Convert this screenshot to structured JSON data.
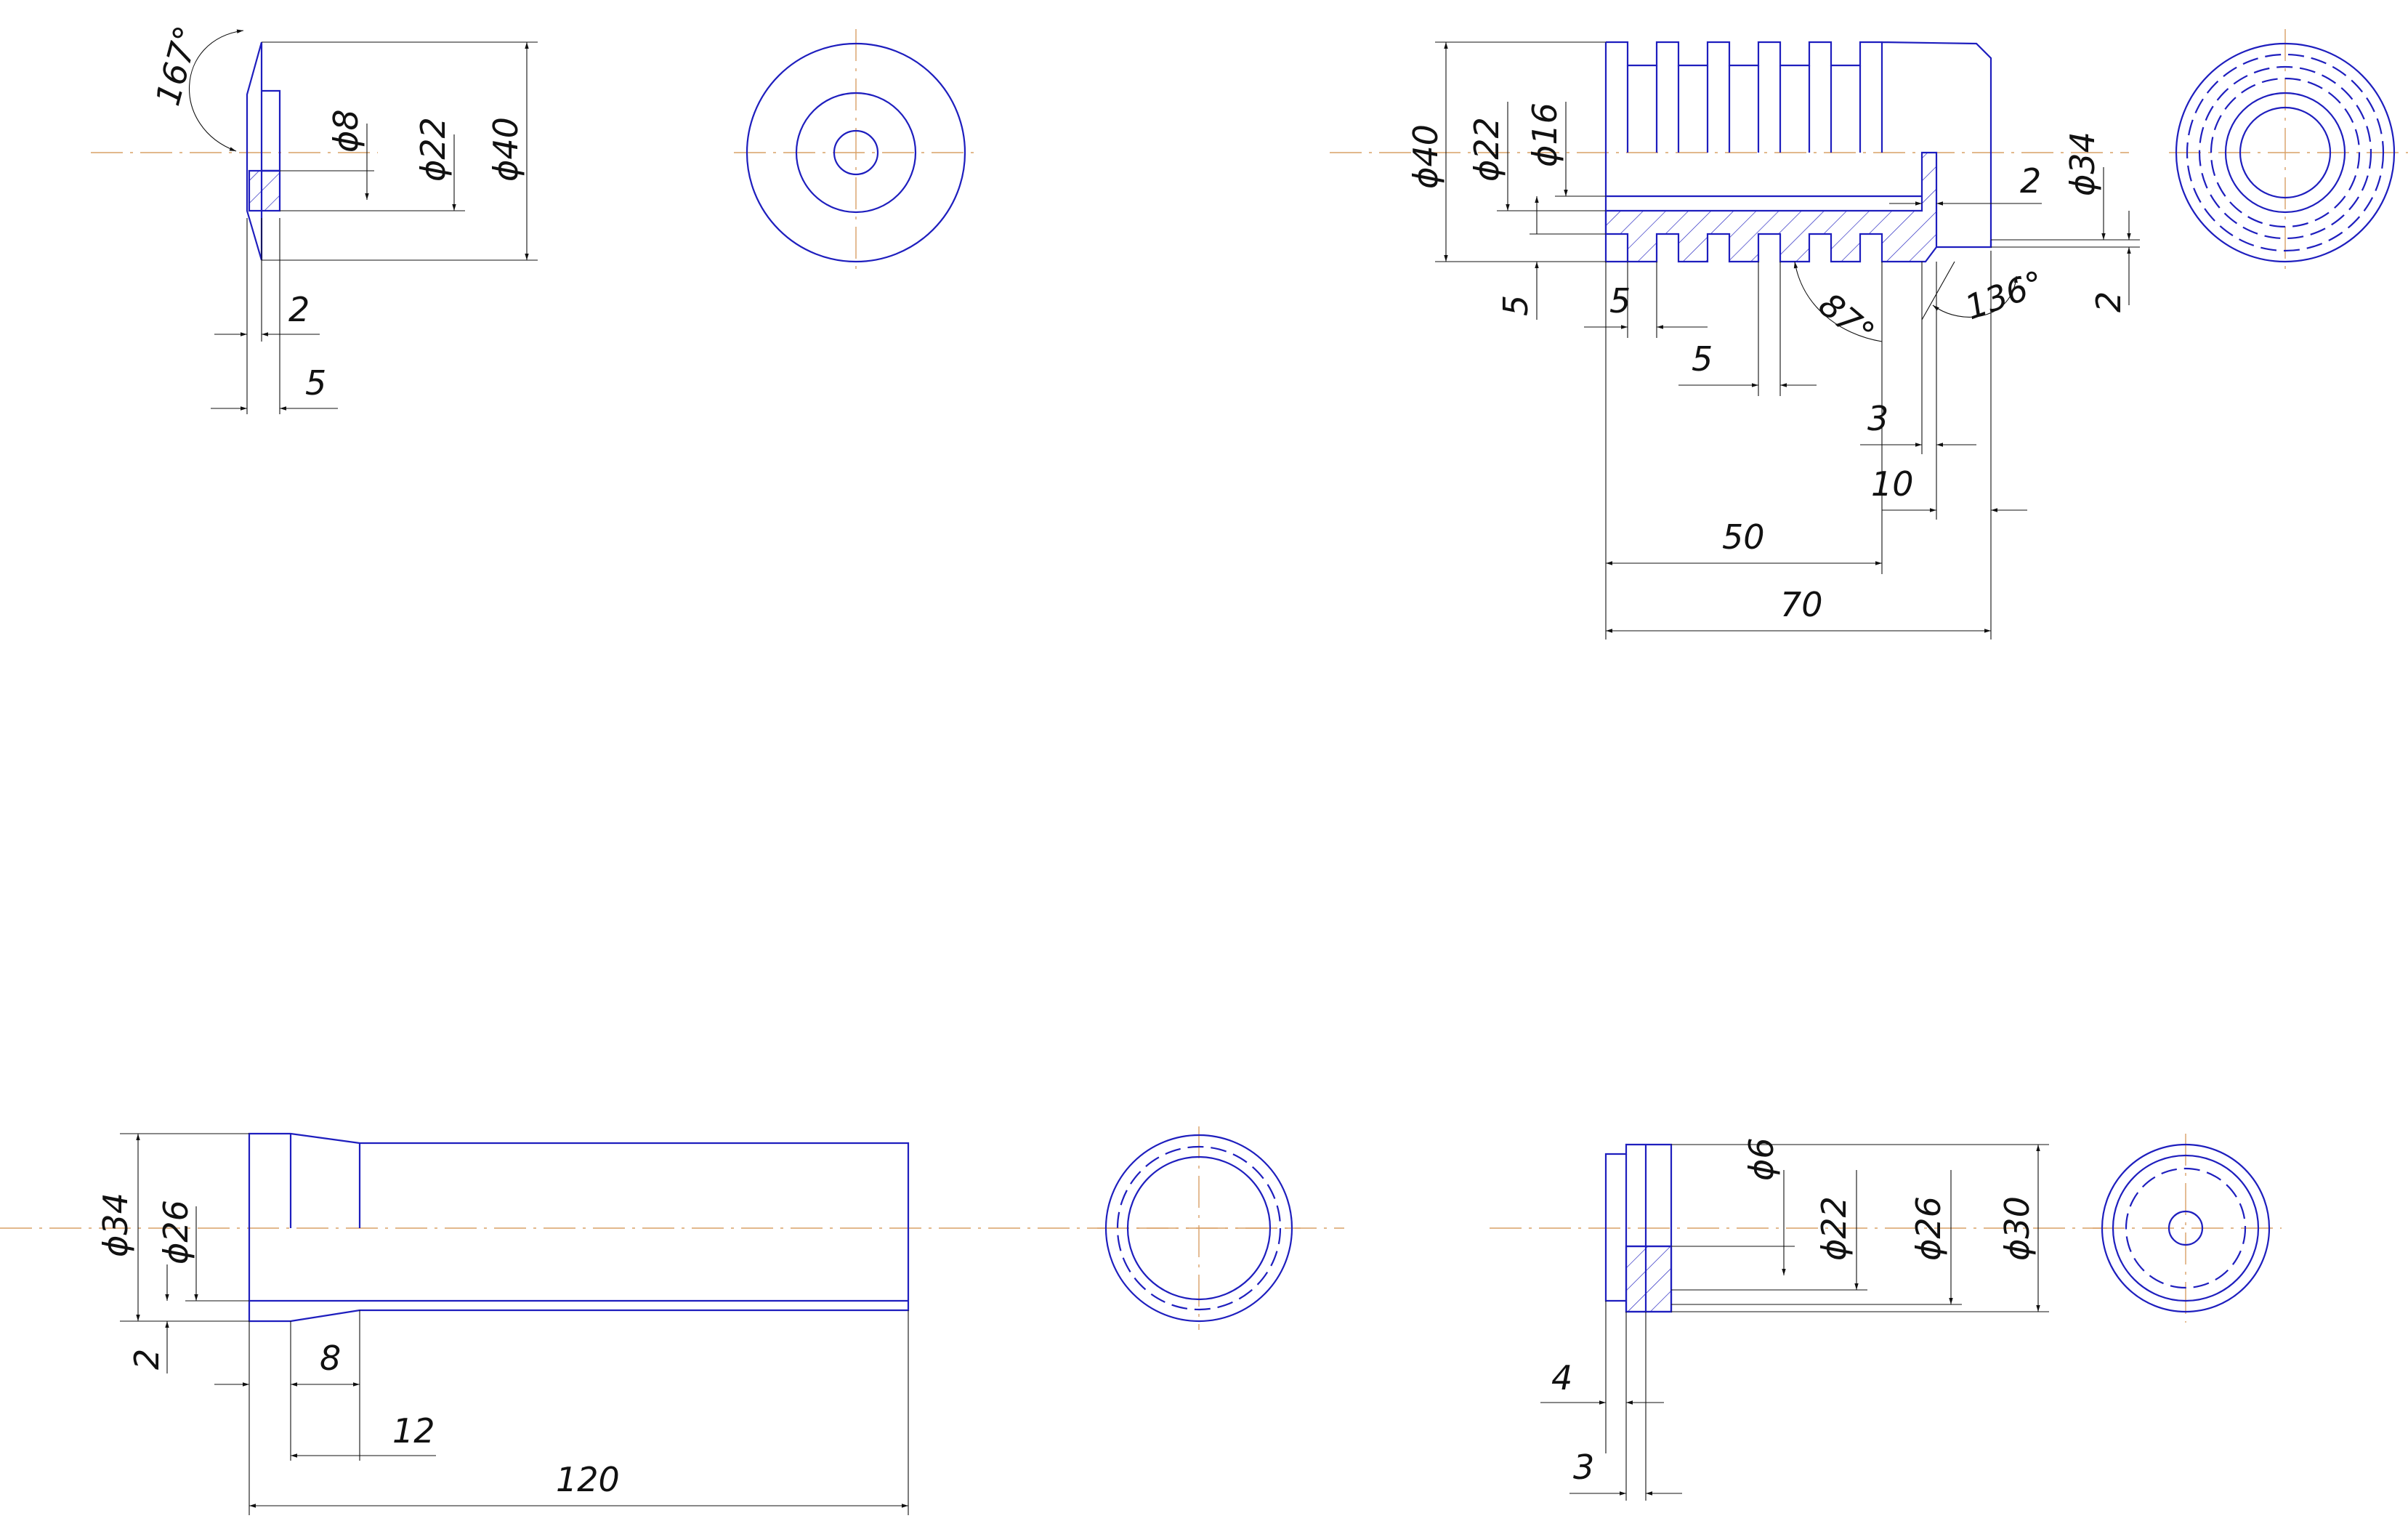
{
  "colors": {
    "part": "#1e1ebe",
    "centerline": "#d9a066",
    "dimension": "#111111",
    "background": "#ffffff"
  },
  "views": {
    "cap": {
      "angle": "167°",
      "dia_8": "ϕ8",
      "dia_22": "ϕ22",
      "dia_40": "ϕ40",
      "len_2": "2",
      "len_5": "5"
    },
    "finned_body": {
      "dia_40": "ϕ40",
      "dia_22": "ϕ22",
      "dia_16": "ϕ16",
      "dia_34": "ϕ34",
      "wall_2": "2",
      "rim_2": "2",
      "fin_depth_5": "5",
      "fin_width_5": "5",
      "gap_5": "5",
      "angle_87": "87°",
      "angle_136": "136°",
      "len_3": "3",
      "len_10": "10",
      "len_50": "50",
      "len_70": "70"
    },
    "tube": {
      "dia_34": "ϕ34",
      "dia_26": "ϕ26",
      "wall_2": "2",
      "len_8": "8",
      "len_12": "12",
      "len_120": "120"
    },
    "plug": {
      "dia_6": "ϕ6",
      "dia_22": "ϕ22",
      "dia_26": "ϕ26",
      "dia_30": "ϕ30",
      "len_4": "4",
      "len_3": "3"
    }
  }
}
